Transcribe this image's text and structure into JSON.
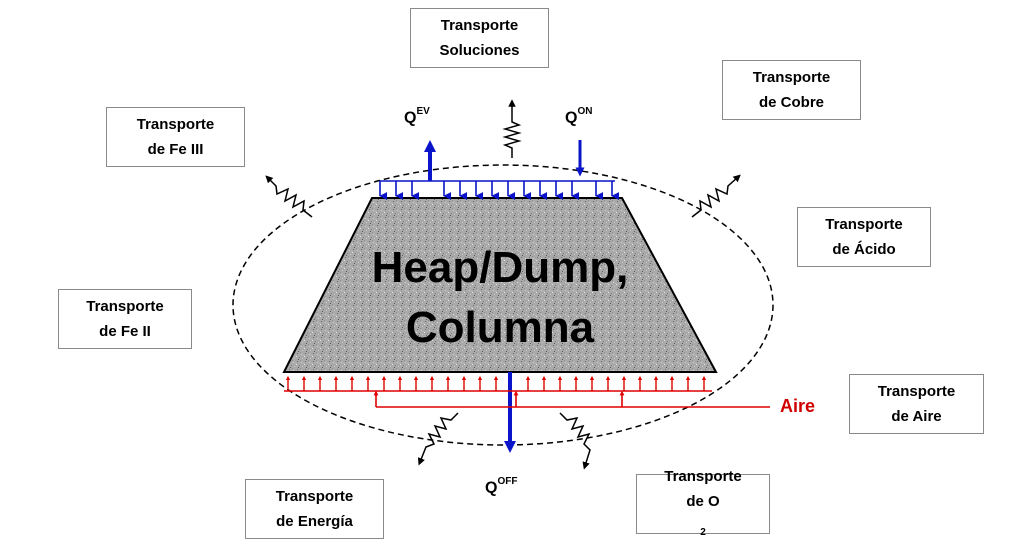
{
  "heap": {
    "line1": "Heap/Dump,",
    "line2": "Columna"
  },
  "boxes": {
    "soluciones": {
      "line1": "Transporte",
      "line2": "Soluciones"
    },
    "cobre": {
      "line1": "Transporte",
      "line2": "de Cobre"
    },
    "fe3": {
      "line1": "Transporte",
      "line2": "de Fe III"
    },
    "acido": {
      "line1": "Transporte",
      "line2": "de Ácido"
    },
    "fe2": {
      "line1": "Transporte",
      "line2": "de Fe II"
    },
    "aire": {
      "line1": "Transporte",
      "line2": "de Aire"
    },
    "energia": {
      "line1": "Transporte",
      "line2": "de Energía"
    },
    "o2": {
      "line1": "Transporte",
      "line2_prefix": "de O",
      "line2_sub": "2"
    }
  },
  "flows": {
    "ev": {
      "base": "Q",
      "sup": "EV"
    },
    "on": {
      "base": "Q",
      "sup": "ON"
    },
    "off": {
      "base": "Q",
      "sup": "OFF"
    }
  },
  "air_label": "Aire",
  "colors": {
    "blue": "#0a14c8",
    "red": "#e00000",
    "heap_fill": "#a8a8a8",
    "line": "#000000"
  }
}
